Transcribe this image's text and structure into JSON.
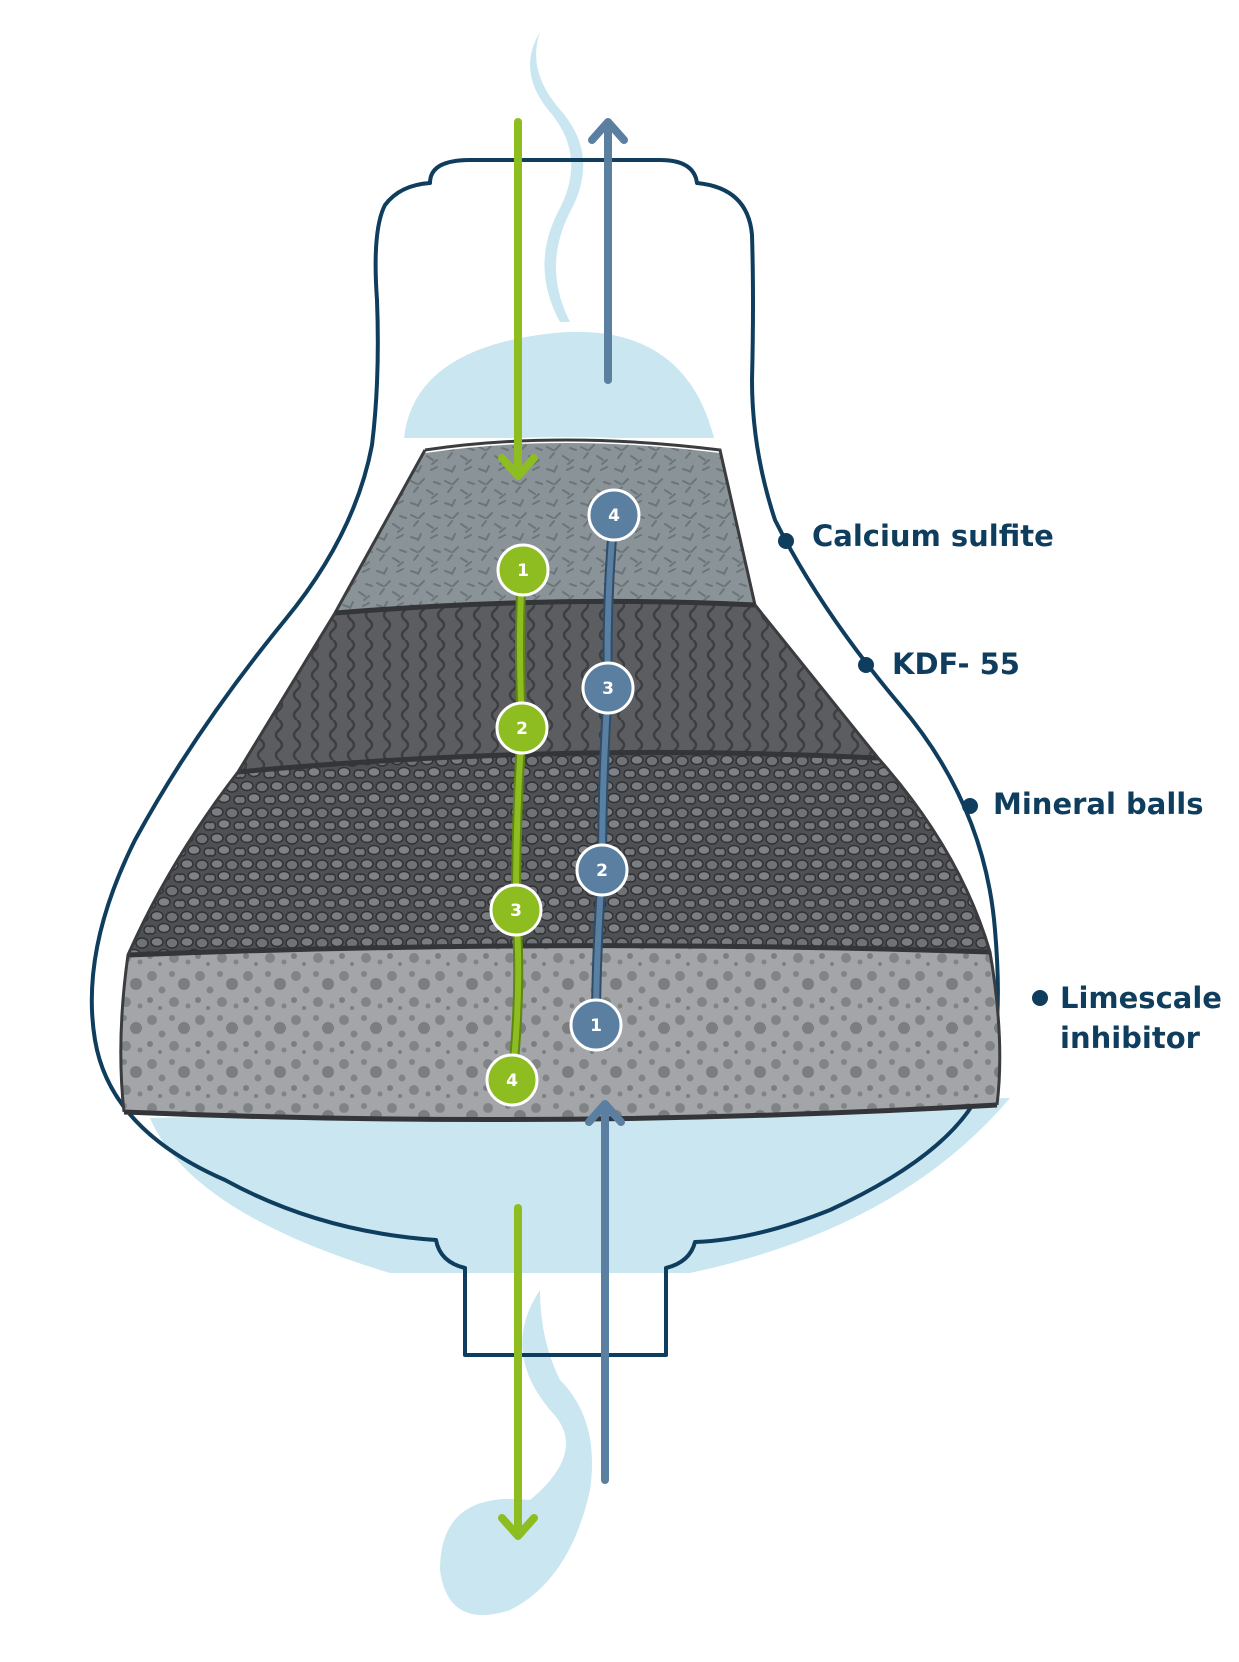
{
  "colors": {
    "outline": "#0f3d5e",
    "water": "#c9e6f1",
    "green_path": "#8ebd22",
    "blue_path": "#5a7fa1",
    "layer_calcium_sulfite": "#8a9397",
    "layer_kdf55": "#5b5d60",
    "layer_mineral_balls": "#4e5053",
    "layer_limescale_inhibitor": "#a3a5a8"
  },
  "icons": {
    "down_arrow": "arrow-down-icon",
    "up_arrow": "arrow-up-icon"
  },
  "labels": {
    "calcium_sulfite": "Calcium sulfite",
    "kdf55": "KDF- 55",
    "mineral_balls": "Mineral balls",
    "limescale_line1": "Limescale",
    "limescale_line2": "inhibitor"
  },
  "green_steps": [
    "1",
    "2",
    "3",
    "4"
  ],
  "blue_steps": [
    "4",
    "3",
    "2",
    "1"
  ]
}
